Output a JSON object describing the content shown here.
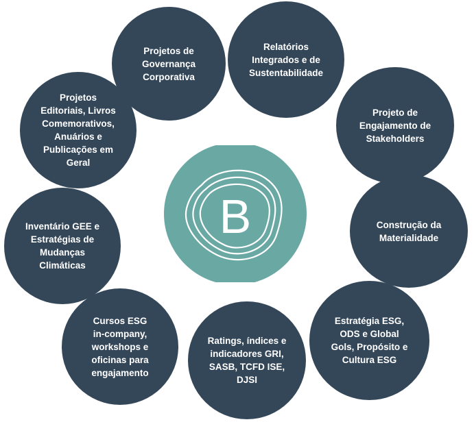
{
  "center": {
    "letter": "B",
    "fill_color": "#6aa8a4",
    "line_color": "#ffffff"
  },
  "colors": {
    "circle": "#344759",
    "label": "#ffffff"
  },
  "items": [
    {
      "id": "governanca",
      "label": "Projetos de\nGovernança\nCorporativa"
    },
    {
      "id": "relatorios",
      "label": "Relatórios\nIntegrados e de\nSustentabilidade"
    },
    {
      "id": "engajamento",
      "label": "Projeto de\nEngajamento de\nStakeholders"
    },
    {
      "id": "materialidade",
      "label": "Construção da\nMaterialidade"
    },
    {
      "id": "estrategia",
      "label": "Estratégia ESG,\nODS e Global\nGols, Propósito e\nCultura ESG"
    },
    {
      "id": "ratings",
      "label": "Ratings, índices e\nindicadores GRI,\nSASB, TCFD ISE,\nDJSI"
    },
    {
      "id": "cursos",
      "label": "Cursos ESG\nin-company,\nworkshops e\noficinas para\nengajamento"
    },
    {
      "id": "inventario",
      "label": "Inventário GEE e\nEstratégias de\nMudanças\nClimáticas"
    },
    {
      "id": "editoriais",
      "label": "Projetos\nEditoriais, Livros\nComemorativos,\nAnuários e\nPublicações em\nGeral"
    }
  ]
}
